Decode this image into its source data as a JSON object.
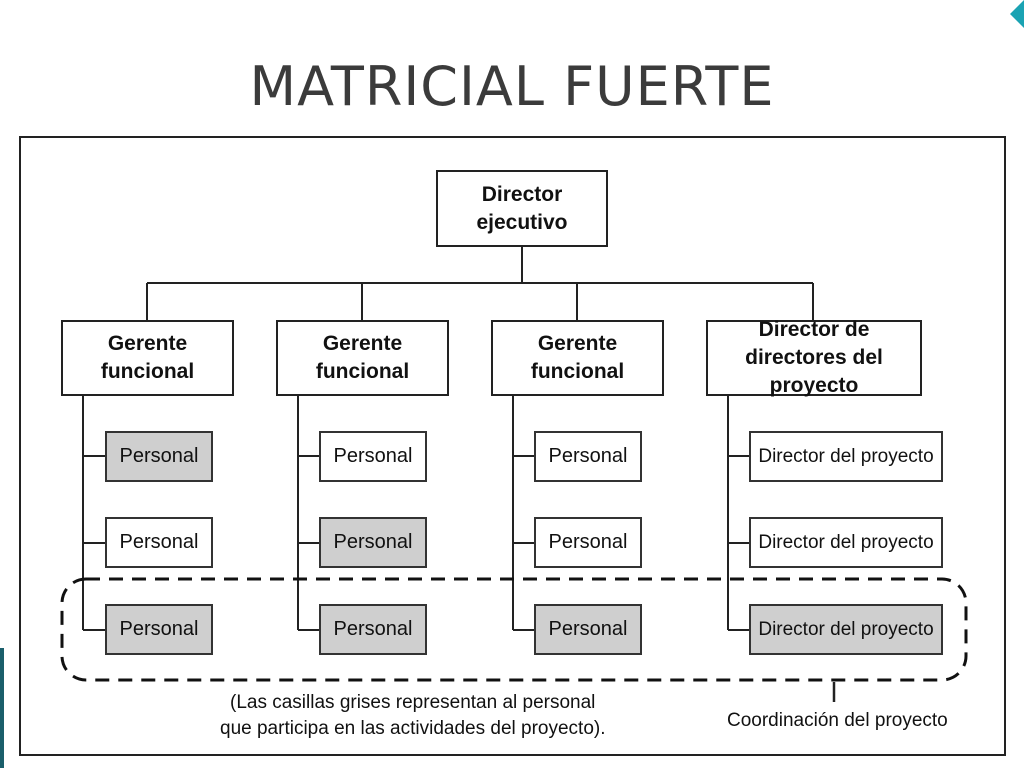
{
  "title": "MATRICIAL FUERTE",
  "ceo": {
    "line1": "Director",
    "line2": "ejecutivo"
  },
  "columns": [
    {
      "head1": "Gerente",
      "head2": "funcional",
      "items": [
        "Personal",
        "Personal",
        "Personal"
      ],
      "gray": [
        true,
        false,
        true
      ]
    },
    {
      "head1": "Gerente",
      "head2": "funcional",
      "items": [
        "Personal",
        "Personal",
        "Personal"
      ],
      "gray": [
        false,
        true,
        true
      ]
    },
    {
      "head1": "Gerente",
      "head2": "funcional",
      "items": [
        "Personal",
        "Personal",
        "Personal"
      ],
      "gray": [
        false,
        false,
        true
      ]
    },
    {
      "head1": "Director de",
      "head2": "directores del proyecto",
      "items": [
        "Director del proyecto",
        "Director del proyecto",
        "Director del proyecto"
      ],
      "gray": [
        false,
        false,
        true
      ]
    }
  ],
  "legend": {
    "line1": "(Las casillas grises representan al personal",
    "line2": "que participa en las actividades del proyecto)."
  },
  "coordination_label": "Coordinación del proyecto",
  "colors": {
    "gray_box": "#cfcfcf",
    "accent": "#1a5f6b",
    "accent2": "#1aa3b3"
  }
}
